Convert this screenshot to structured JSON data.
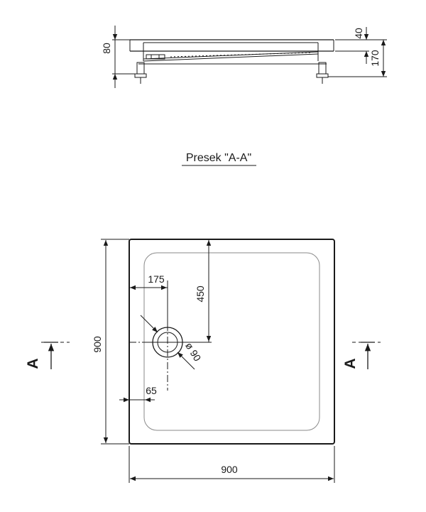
{
  "section_view": {
    "dims": {
      "edge_height": "80",
      "rim_height": "40",
      "total_height": "170"
    }
  },
  "caption": {
    "text": "Presek \"A-A\""
  },
  "plan_view": {
    "dims": {
      "width": "900",
      "depth": "900",
      "drain_offset_x": "175",
      "drain_offset_y": "450",
      "drain_diameter": "ø 90",
      "rim_width": "65"
    },
    "section_marker_left": "A",
    "section_marker_right": "A"
  }
}
